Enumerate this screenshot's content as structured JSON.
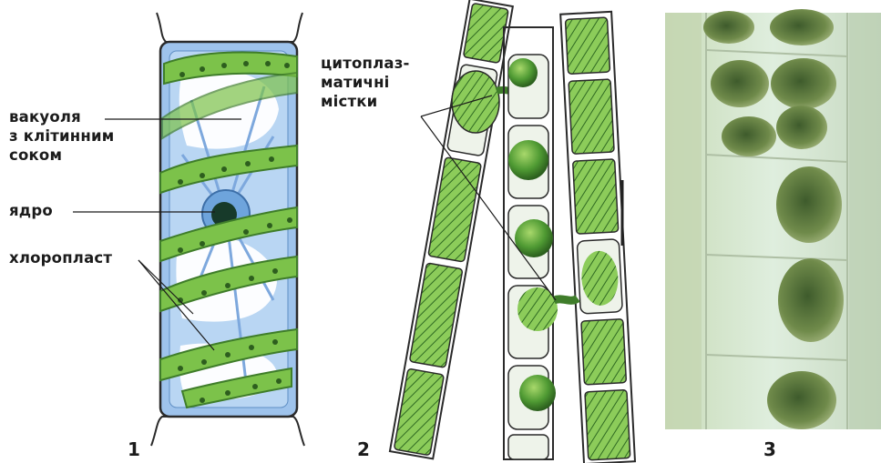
{
  "labels": {
    "vacuole": [
      "вакуоля",
      "з клітинним",
      "соком"
    ],
    "nucleus": "ядро",
    "chloroplast": "хлоропласт",
    "cytoplasmic_bridges": [
      "цитоплаз-",
      "матичні",
      "містки"
    ]
  },
  "figure_numbers": [
    "1",
    "2",
    "3"
  ],
  "colors": {
    "cell_wall": "#2a2a2a",
    "vacuole_blue": "#9ec3ec",
    "chloroplast_green": "#7cc24a",
    "chloroplast_dark": "#3f7d2a",
    "micrograph_bg": "#cfe0c4"
  }
}
